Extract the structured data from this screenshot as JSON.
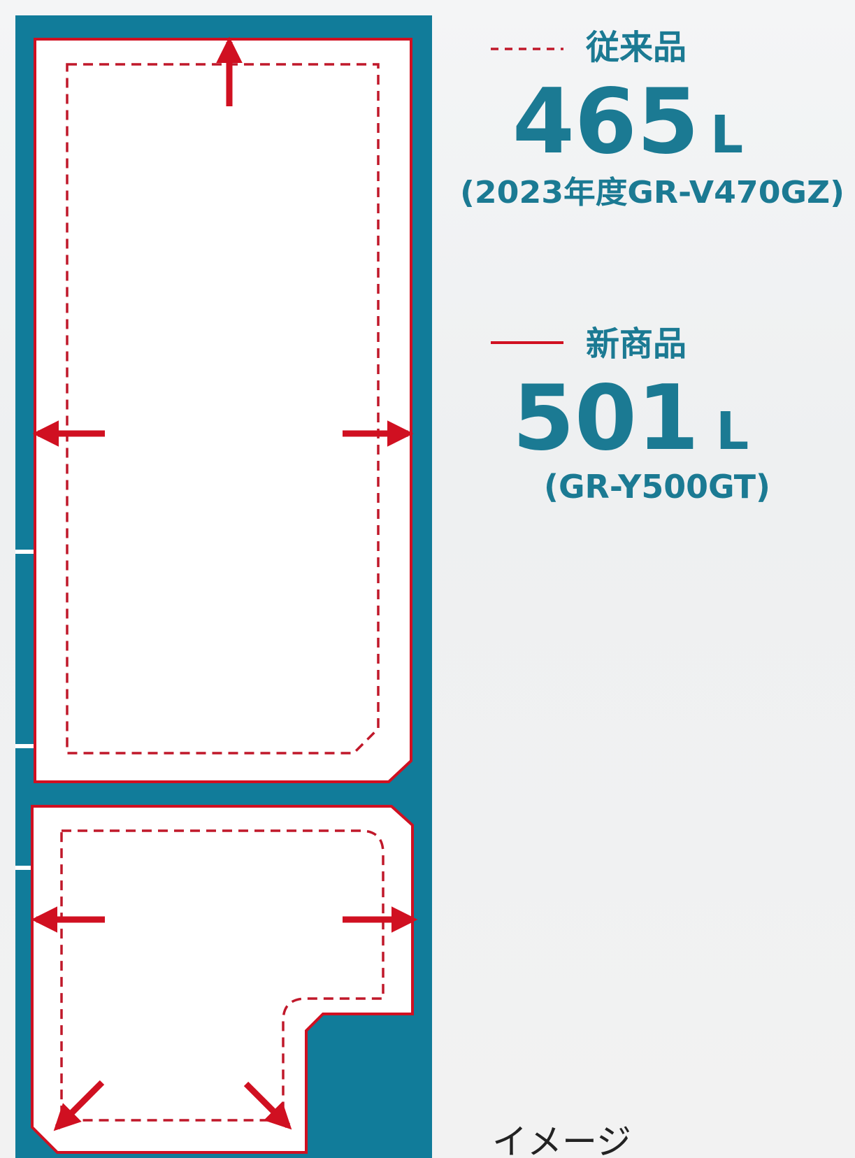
{
  "legend": {
    "old": {
      "label": "従来品",
      "capacity_number": "465",
      "capacity_unit": "L",
      "model": "(2023年度GR-V470GZ)"
    },
    "new": {
      "label": "新商品",
      "capacity_number": "501",
      "capacity_unit": "L",
      "model": "(GR-Y500GT)"
    }
  },
  "caption": "イメージ",
  "colors": {
    "teal": "#117c9a",
    "accent_text": "#1b7a93",
    "red": "#d01021"
  }
}
